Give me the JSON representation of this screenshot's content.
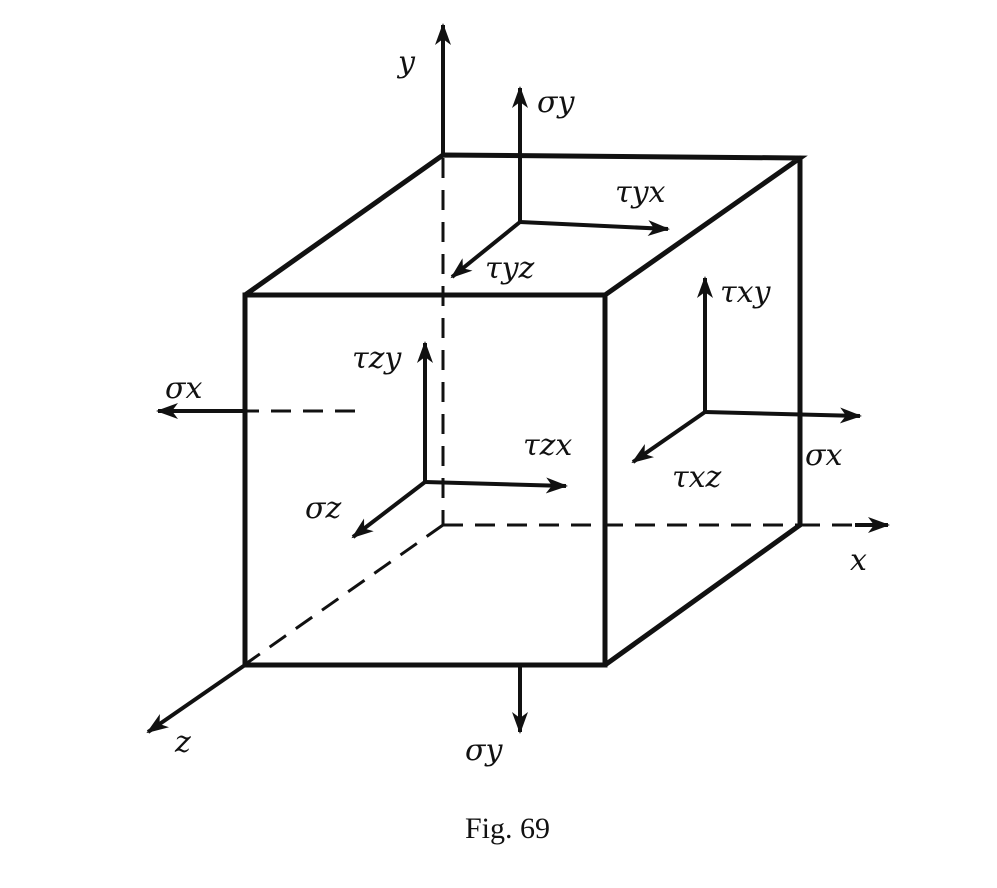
{
  "figure": {
    "caption": "Fig. 69",
    "axes": {
      "x": "x",
      "y": "y",
      "z": "z"
    },
    "labels": {
      "sigma_y_top": "σy",
      "sigma_y_bottom": "σy",
      "tau_yx": "τyx",
      "tau_yz": "τyz",
      "tau_xy": "τxy",
      "tau_xz": "τxz",
      "sigma_x_right": "σx",
      "sigma_x_left": "σx",
      "tau_zy": "τzy",
      "tau_zx": "τzx",
      "sigma_z": "σz"
    }
  }
}
